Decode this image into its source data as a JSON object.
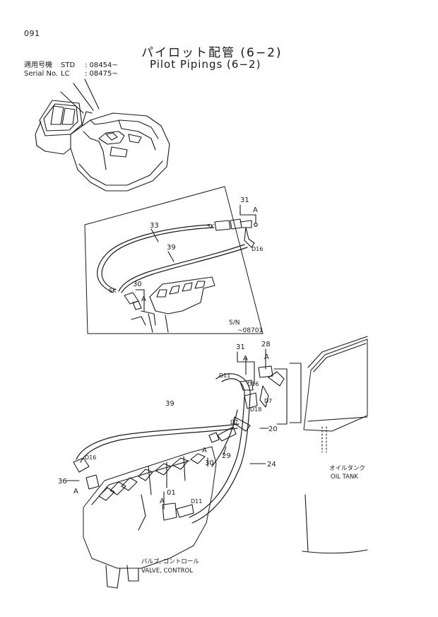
{
  "page_number": "091",
  "title_jp": "パイロット配管 (6−2)",
  "title_en": "Pilot Pipings (6−2)",
  "serial": {
    "row1_label": "適用号機",
    "row1_code": "STD",
    "row1_value": ": 08454~",
    "row2_label": "Serial No.",
    "row2_code": "LC",
    "row2_value": ": 08475~"
  },
  "inset": {
    "sn_label": "S/N",
    "sn_value": "~08701",
    "labels": {
      "p33": "33",
      "p39": "39",
      "p31": "31",
      "p30": "30",
      "a1": "A",
      "a2": "A",
      "sk1": "SK",
      "sk2": "SK",
      "d16": "D16"
    }
  },
  "main": {
    "labels": {
      "p31": "31",
      "p28": "28",
      "p39": "39",
      "p20": "20",
      "p24": "24",
      "p29": "29",
      "p30": "30",
      "p36": "36",
      "p01": "01",
      "a1": "A",
      "a2": "A",
      "a3": "A",
      "a4": "A",
      "a5": "A",
      "d11a": "D11",
      "d11b": "D11",
      "d7a": "D7",
      "d7b": "D7",
      "d16a": "D16",
      "d16b": "D16",
      "d18": "D18"
    },
    "oil_tank_jp": "オイルタンク",
    "oil_tank_en": "OIL TANK",
    "valve_jp": "バルブ, コントロール",
    "valve_en": "VALVE, CONTROL"
  }
}
